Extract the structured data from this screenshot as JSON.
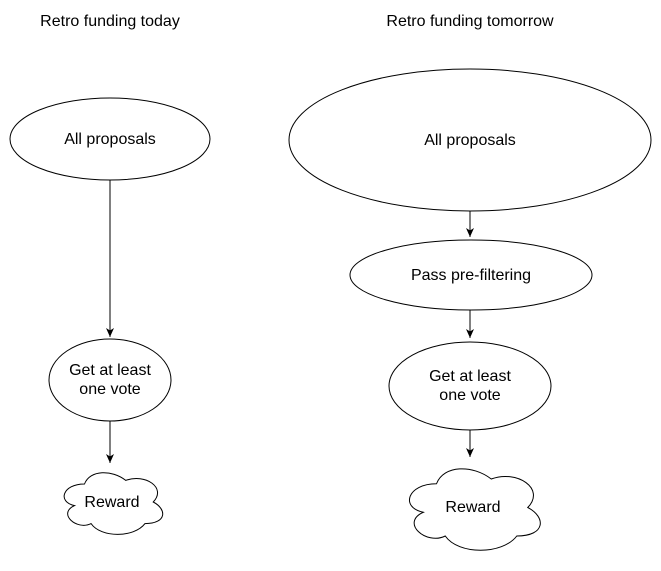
{
  "diagram": {
    "left": {
      "title": "Retro funding today",
      "nodes": {
        "all_proposals": {
          "label": "All proposals",
          "shape": "ellipse"
        },
        "get_vote": {
          "label": "Get at least\none vote",
          "shape": "ellipse"
        },
        "reward": {
          "label": "Reward",
          "shape": "cloud"
        }
      },
      "flow": [
        "All proposals",
        "Get at least one vote",
        "Reward"
      ]
    },
    "right": {
      "title": "Retro funding tomorrow",
      "nodes": {
        "all_proposals": {
          "label": "All proposals",
          "shape": "ellipse"
        },
        "pass_prefiltering": {
          "label": "Pass pre-filtering",
          "shape": "ellipse"
        },
        "get_vote": {
          "label": "Get at least\none vote",
          "shape": "ellipse"
        },
        "reward": {
          "label": "Reward",
          "shape": "cloud"
        }
      },
      "flow": [
        "All proposals",
        "Pass pre-filtering",
        "Get at least one vote",
        "Reward"
      ]
    },
    "colors": {
      "stroke": "#000000",
      "fill": "#ffffff",
      "text": "#000000",
      "background": "#ffffff"
    }
  }
}
